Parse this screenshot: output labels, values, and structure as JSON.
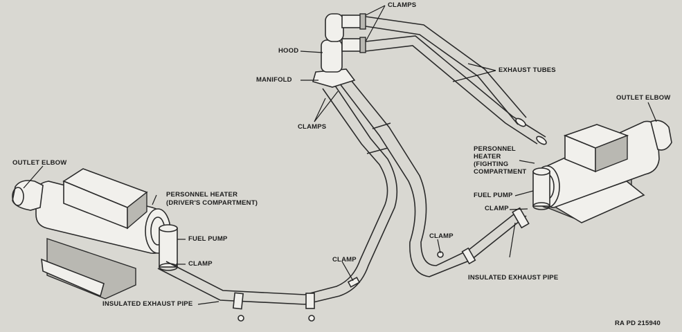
{
  "labels": {
    "clamps_top": "CLAMPS",
    "hood": "HOOD",
    "manifold": "MANIFOLD",
    "clamps_mid": "CLAMPS",
    "exhaust_tubes": "EXHAUST TUBES",
    "outlet_elbow_right": "OUTLET ELBOW",
    "heater_fighting_line1": "PERSONNEL",
    "heater_fighting_line2": "HEATER",
    "heater_fighting_line3": "(FIGHTING",
    "heater_fighting_line4": "COMPARTMENT",
    "fuel_pump_right": "FUEL PUMP",
    "clamp_right": "CLAMP",
    "clamp_right_pipe": "CLAMP",
    "insulated_pipe_right": "INSULATED EXHAUST PIPE",
    "clamp_center": "CLAMP",
    "outlet_elbow_left": "OUTLET ELBOW",
    "heater_driver_line1": "PERSONNEL HEATER",
    "heater_driver_line2": "(DRIVER'S COMPARTMENT)",
    "fuel_pump_left": "FUEL PUMP",
    "clamp_left": "CLAMP",
    "insulated_pipe_left": "INSULATED EXHAUST PIPE",
    "figure_ref": "RA PD 215940"
  }
}
